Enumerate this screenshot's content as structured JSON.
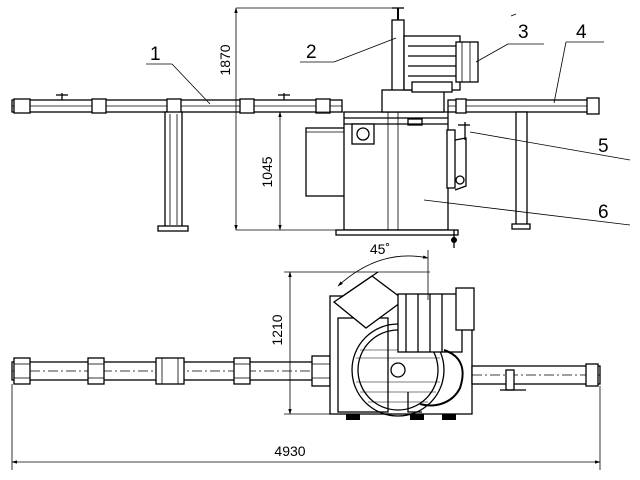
{
  "callouts": [
    {
      "id": "1",
      "text": "1"
    },
    {
      "id": "2",
      "text": "2"
    },
    {
      "id": "3",
      "text": "3"
    },
    {
      "id": "4",
      "text": "4"
    },
    {
      "id": "5",
      "text": "5"
    },
    {
      "id": "6",
      "text": "6"
    }
  ],
  "dimensions": {
    "total_height": "1870",
    "table_height": "1045",
    "depth": "1210",
    "total_length": "4930",
    "angle": "45˚"
  },
  "colors": {
    "ink": "#000000",
    "paper": "#ffffff"
  }
}
